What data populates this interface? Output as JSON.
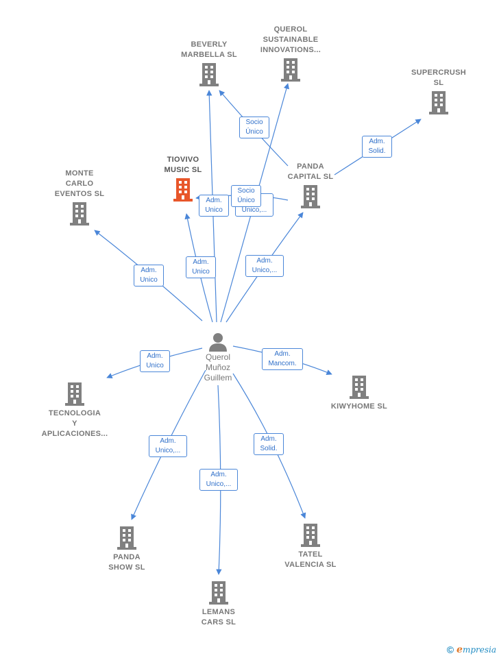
{
  "diagram": {
    "center_person": {
      "name": "Querol\nMuñoz\nGuillem"
    },
    "companies": {
      "beverly": "BEVERLY\nMARBELLA SL",
      "querol_sustainable": "QUEROL\nSUSTAINABLE\nINNOVATIONS...",
      "supercrush": "SUPERCRUSH\nSL",
      "tiovivo": "TIOVIVO\nMUSIC SL",
      "panda_capital": "PANDA\nCAPITAL SL",
      "monte_carlo": "MONTE\nCARLO\nEVENTOS SL",
      "tecnologia": "TECNOLOGIA\nY\nAPLICACIONES...",
      "kiwyhome": "KIWYHOME SL",
      "panda_show": "PANDA\nSHOW SL",
      "lemans": "LEMANS\nCARS SL",
      "tatel": "TATEL\nVALENCIA SL"
    },
    "edge_labels": {
      "socio_unico_1": "Socio\nÚnico",
      "adm_solid_supercrush": "Adm.\nSolid.",
      "unico_hidden": "Unico,...",
      "socio_unico_2": "Socio\nÚnico",
      "adm_unico_tiovivo_pc": "Adm.\nUnico",
      "adm_unico_monte": "Adm.\nUnico",
      "adm_unico_tiovivo": "Adm.\nUnico",
      "adm_unico_pc": "Adm.\nUnico,...",
      "adm_unico_tecno": "Adm.\nUnico",
      "adm_mancom_kiwy": "Adm.\nMancom.",
      "adm_unico_pandashow": "Adm.\nUnico,...",
      "adm_unico_lemans": "Adm.\nUnico,...",
      "adm_solid_tatel": "Adm.\nSolid."
    }
  },
  "colors": {
    "building_default": "#808080",
    "building_highlight": "#e8562a",
    "edge": "#4a86d8",
    "person": "#808080"
  },
  "icons": {
    "company": "building-icon",
    "person": "person-icon",
    "copyright": "copyright-icon"
  },
  "brand": {
    "copyright_symbol": "©",
    "logo_initial": "e",
    "logo_rest": "mpresia"
  }
}
